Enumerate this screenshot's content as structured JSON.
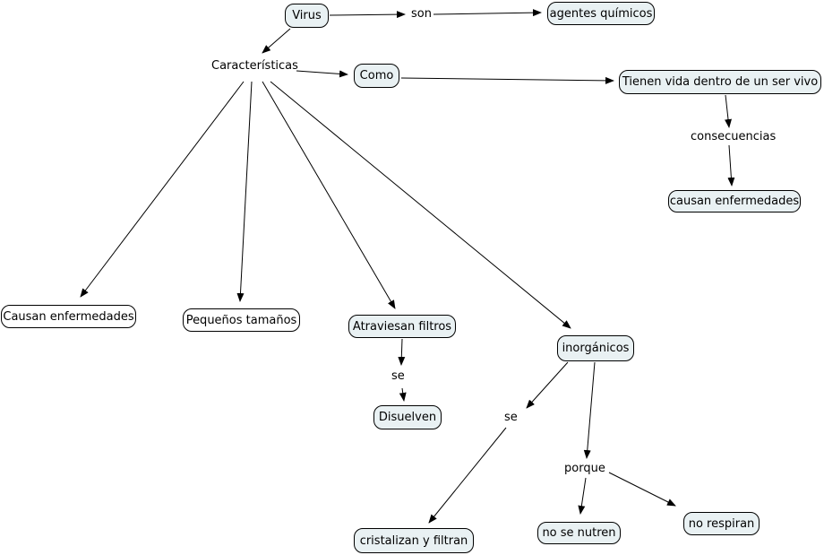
{
  "diagram": {
    "concepts": {
      "virus": "Virus",
      "agentes_quimicos": "agentes químicos",
      "como": "Como",
      "tienen_vida": "Tienen vida dentro de un ser vivo",
      "causan_enfermedades_consecuencia": "causan enfermedades",
      "causan_enfermedades": "Causan enfermedades",
      "pequenos_tamanos": "Pequeños tamaños",
      "atraviesan_filtros": "Atraviesan filtros",
      "disuelven": "Disuelven",
      "inorganicos": "inorgánicos",
      "cristalizan_filtran": "cristalizan y filtran",
      "no_se_nutren": "no se nutren",
      "no_respiran": "no respiran"
    },
    "linking_phrases": {
      "son": "son",
      "caracteristicas": "Características",
      "consecuencias": "consecuencias",
      "se_disuelven": "se",
      "se_cristalizan": "se",
      "porque": "porque"
    },
    "colors": {
      "node_fill": "#e9f1f3",
      "node_fill_alt": "#ffffff",
      "node_border": "#000000",
      "line": "#000000",
      "text": "#000000",
      "background": "#ffffff"
    }
  }
}
